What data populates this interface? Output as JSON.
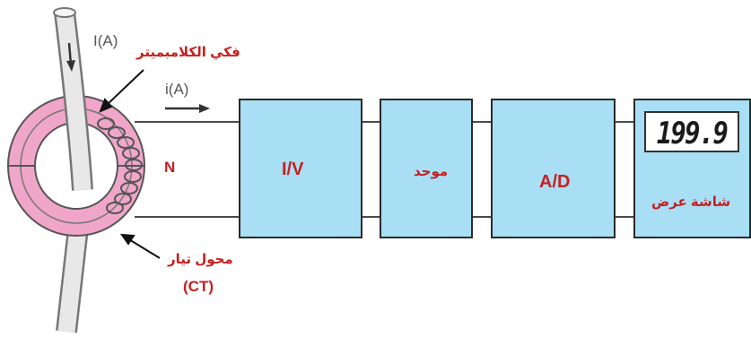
{
  "labels": {
    "wire_current": "I(A)",
    "secondary_current": "i(A)",
    "clamp_jaws": "فكي الكلامبميتر",
    "turns": "N",
    "ct_name": "محول تيار",
    "ct_abbr": "(CT)"
  },
  "blocks": [
    {
      "label": "I/V"
    },
    {
      "label": "موحد"
    },
    {
      "label": "A/D"
    },
    {
      "label": "شاشة عرض",
      "reading": "199.9"
    }
  ],
  "colors": {
    "block_fill": "#a9dff5",
    "ring_fill": "#f0a6c8",
    "label_red": "#c5201f"
  }
}
